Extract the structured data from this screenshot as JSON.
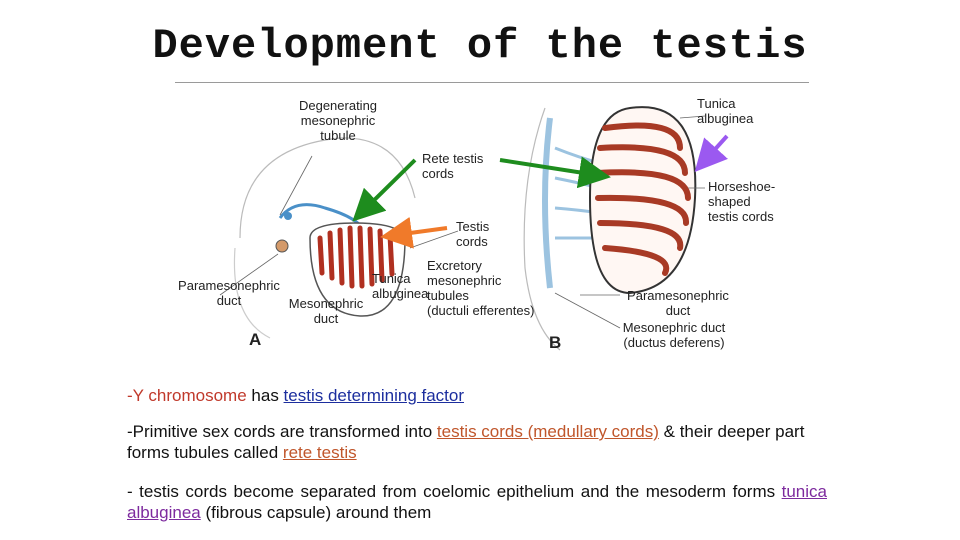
{
  "title": "Development of the testis",
  "figure": {
    "labels": {
      "degenerating": "Degenerating\nmesonephric\ntubule",
      "rete": "Rete testis\ncords",
      "tunica_top": "Tunica\nalbuginea",
      "horseshoe": "Horseshoe-\nshaped\ntestis cords",
      "testis_cords": "Testis\ncords",
      "excretory": "Excretory\nmesonephric\ntubules\n(ductuli efferentes)",
      "tunica_a": "Tunica\nalbuginea",
      "paramesonephric_a": "Paramesonephric\nduct",
      "mesonephric_a": "Mesonephric\nduct",
      "paramesonephric_b": "Paramesonephric\nduct",
      "mesonephric_b": "Mesonephric duct\n(ductus deferens)",
      "panel_a": "A",
      "panel_b": "B"
    },
    "arrow_colors": {
      "green": "#1e8c1e",
      "orange": "#f07a2a",
      "purple": "#9b59f0"
    }
  },
  "bullets": {
    "b1": {
      "prefix": "-Y chromosome",
      "mid": " has ",
      "link": "testis determining factor"
    },
    "b2": {
      "prefix": "-Primitive sex cords are transformed into ",
      "link1": "testis cords (medullary cords)",
      "mid": " & their deeper part forms tubules called ",
      "link2": "rete testis"
    },
    "b3": {
      "prefix": "- testis cords become separated from coelomic epithelium and the mesoderm forms ",
      "link": "tunica albuginea",
      "suffix": " (fibrous capsule) around them"
    }
  }
}
